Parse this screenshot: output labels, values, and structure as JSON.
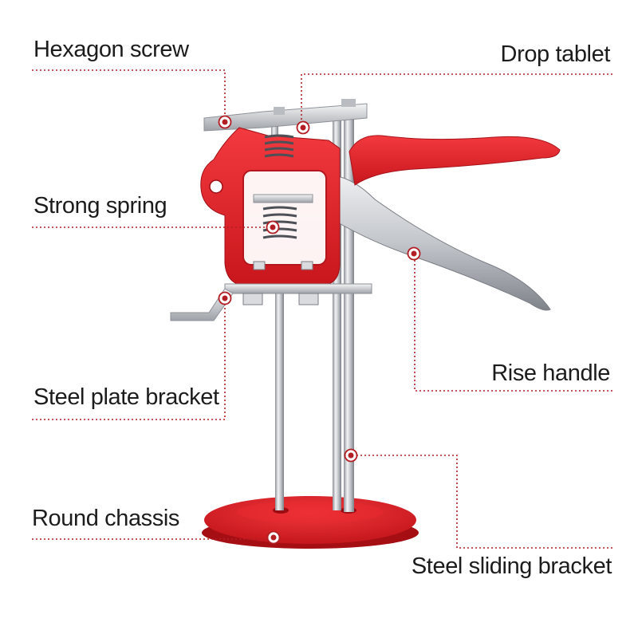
{
  "labels": {
    "hexagon_screw": "Hexagon screw",
    "drop_tablet": "Drop tablet",
    "strong_spring": "Strong spring",
    "rise_handle": "Rise handle",
    "steel_plate_bracket": "Steel plate bracket",
    "round_chassis": "Round chassis",
    "steel_sliding_bracket": "Steel sliding bracket"
  },
  "colors": {
    "accent_red": "#e8232a",
    "dark_red": "#b0141a",
    "leader_line": "#b21e24",
    "steel": "#c9ccd0",
    "text": "#1c1c1c"
  }
}
